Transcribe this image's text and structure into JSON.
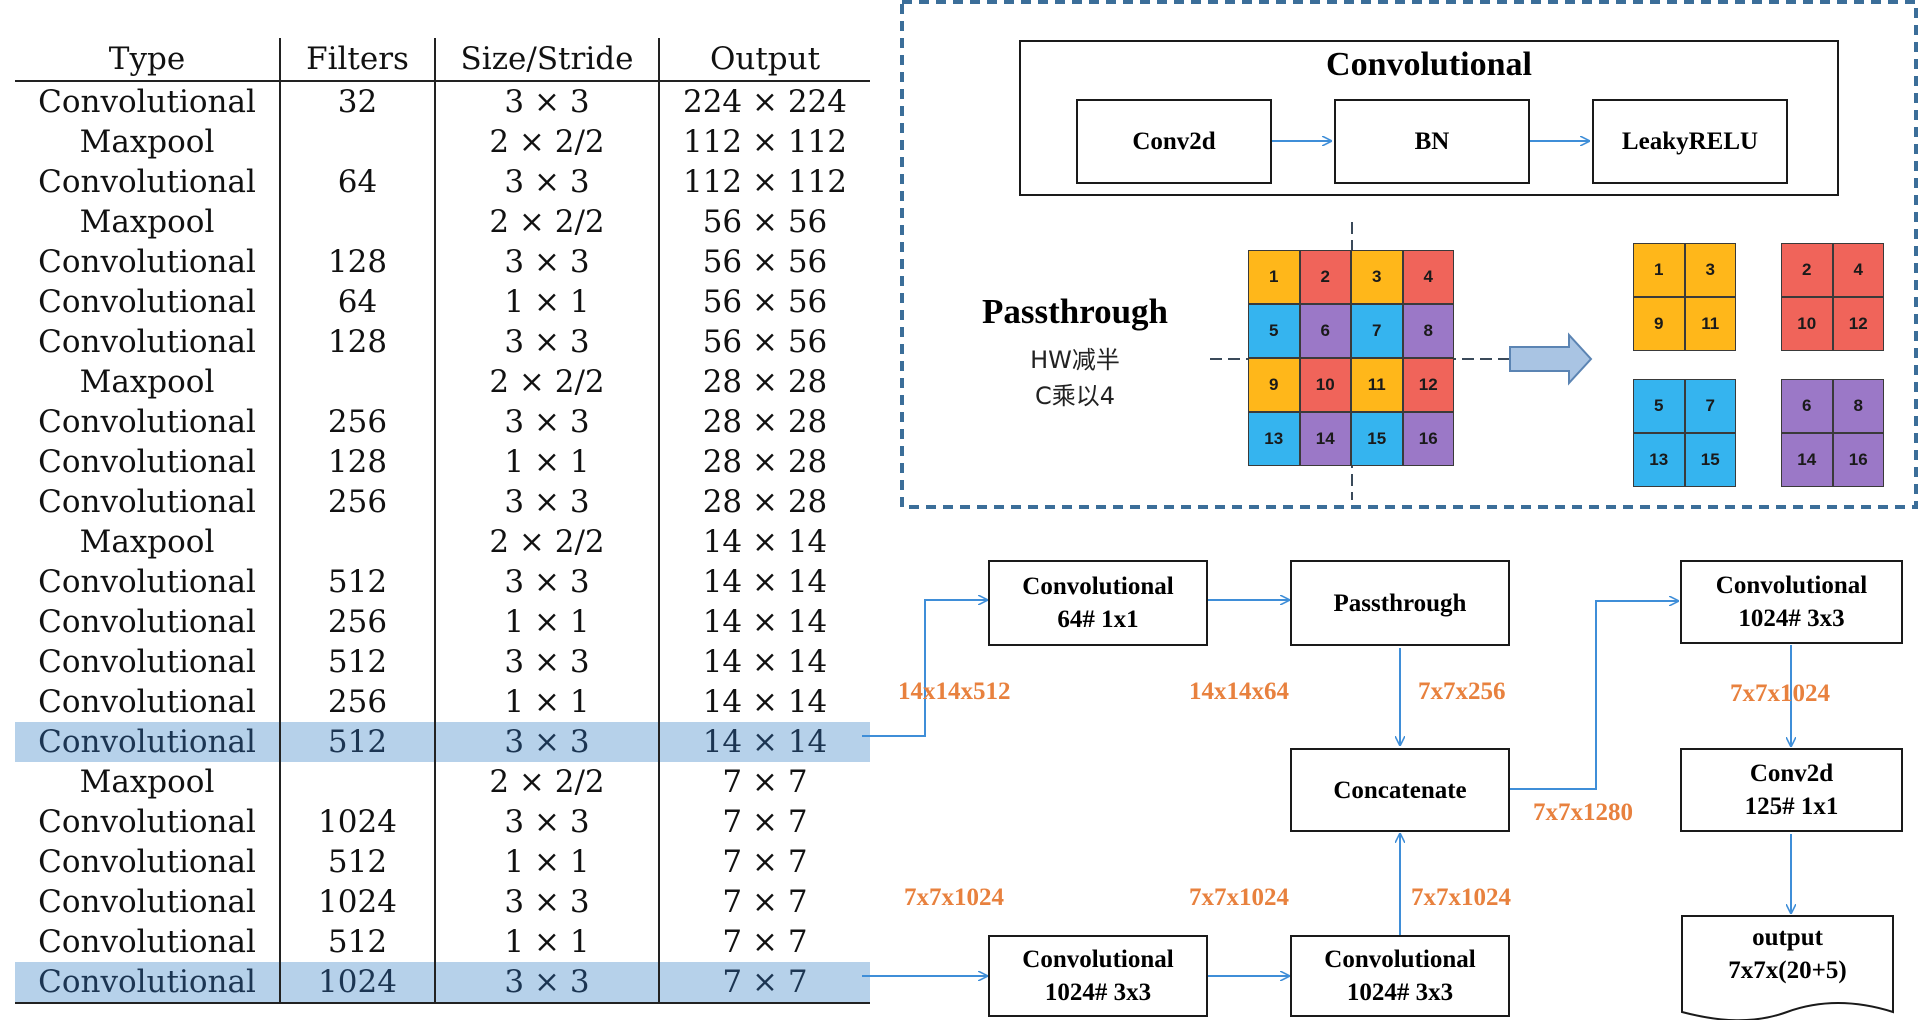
{
  "colors": {
    "orange": "#ffb71a",
    "red": "#f0645a",
    "blue": "#35b4ef",
    "purple": "#9b78c7",
    "highlight_row": "#b6d1ea",
    "dimension_text": "#e8813e",
    "arrow": "#3f8ed8",
    "dashed_frame": "#3b6e99"
  },
  "table": {
    "headers": [
      "Type",
      "Filters",
      "Size/Stride",
      "Output"
    ],
    "rows": [
      [
        "Convolutional",
        "32",
        "3 × 3",
        "224 × 224"
      ],
      [
        "Maxpool",
        "",
        "2 × 2/2",
        "112 × 112"
      ],
      [
        "Convolutional",
        "64",
        "3 × 3",
        "112 × 112"
      ],
      [
        "Maxpool",
        "",
        "2 × 2/2",
        "56 × 56"
      ],
      [
        "Convolutional",
        "128",
        "3 × 3",
        "56 × 56"
      ],
      [
        "Convolutional",
        "64",
        "1 × 1",
        "56 × 56"
      ],
      [
        "Convolutional",
        "128",
        "3 × 3",
        "56 × 56"
      ],
      [
        "Maxpool",
        "",
        "2 × 2/2",
        "28 × 28"
      ],
      [
        "Convolutional",
        "256",
        "3 × 3",
        "28 × 28"
      ],
      [
        "Convolutional",
        "128",
        "1 × 1",
        "28 × 28"
      ],
      [
        "Convolutional",
        "256",
        "3 × 3",
        "28 × 28"
      ],
      [
        "Maxpool",
        "",
        "2 × 2/2",
        "14 × 14"
      ],
      [
        "Convolutional",
        "512",
        "3 × 3",
        "14 × 14"
      ],
      [
        "Convolutional",
        "256",
        "1 × 1",
        "14 × 14"
      ],
      [
        "Convolutional",
        "512",
        "3 × 3",
        "14 × 14"
      ],
      [
        "Convolutional",
        "256",
        "1 × 1",
        "14 × 14"
      ],
      [
        "Convolutional",
        "512",
        "3 × 3",
        "14 × 14"
      ],
      [
        "Maxpool",
        "",
        "2 × 2/2",
        "7 × 7"
      ],
      [
        "Convolutional",
        "1024",
        "3 × 3",
        "7 × 7"
      ],
      [
        "Convolutional",
        "512",
        "1 × 1",
        "7 × 7"
      ],
      [
        "Convolutional",
        "1024",
        "3 × 3",
        "7 × 7"
      ],
      [
        "Convolutional",
        "512",
        "1 × 1",
        "7 × 7"
      ],
      [
        "Convolutional",
        "1024",
        "3 × 3",
        "7 × 7"
      ]
    ],
    "highlighted_rows": [
      16,
      22
    ]
  },
  "conv_block": {
    "title": "Convolutional",
    "stages": [
      "Conv2d",
      "BN",
      "LeakyRELU"
    ]
  },
  "passthrough": {
    "title": "Passthrough",
    "note_line1": "HW减半",
    "note_line2": "C乘以4",
    "grid": [
      [
        "1",
        "2",
        "3",
        "4"
      ],
      [
        "5",
        "6",
        "7",
        "8"
      ],
      [
        "9",
        "10",
        "11",
        "12"
      ],
      [
        "13",
        "14",
        "15",
        "16"
      ]
    ],
    "outputs": [
      {
        "color": "orange",
        "cells": [
          "1",
          "3",
          "9",
          "11"
        ]
      },
      {
        "color": "red",
        "cells": [
          "2",
          "4",
          "10",
          "12"
        ]
      },
      {
        "color": "blue",
        "cells": [
          "5",
          "7",
          "13",
          "15"
        ]
      },
      {
        "color": "purple",
        "cells": [
          "6",
          "8",
          "14",
          "16"
        ]
      }
    ]
  },
  "flow": {
    "conv_64": {
      "line1": "Convolutional",
      "line2": "64# 1x1"
    },
    "passthrough": {
      "label": "Passthrough"
    },
    "concatenate": {
      "label": "Concatenate"
    },
    "conv_1024_a": {
      "line1": "Convolutional",
      "line2": "1024# 3x3"
    },
    "conv_1024_b": {
      "line1": "Convolutional",
      "line2": "1024# 3x3"
    },
    "conv_1024_c": {
      "line1": "Convolutional",
      "line2": "1024# 3x3"
    },
    "conv2d_125": {
      "line1": "Conv2d",
      "line2": "125# 1x1"
    },
    "output": {
      "line1": "output",
      "line2": "7x7x(20+5)"
    },
    "dims": {
      "d1": "14x14x512",
      "d2": "14x14x64",
      "d3": "7x7x256",
      "d4": "7x7x1024",
      "d5": "7x7x1280",
      "d6": "7x7x1024",
      "d7": "7x7x1024",
      "d8": "7x7x1024"
    }
  }
}
